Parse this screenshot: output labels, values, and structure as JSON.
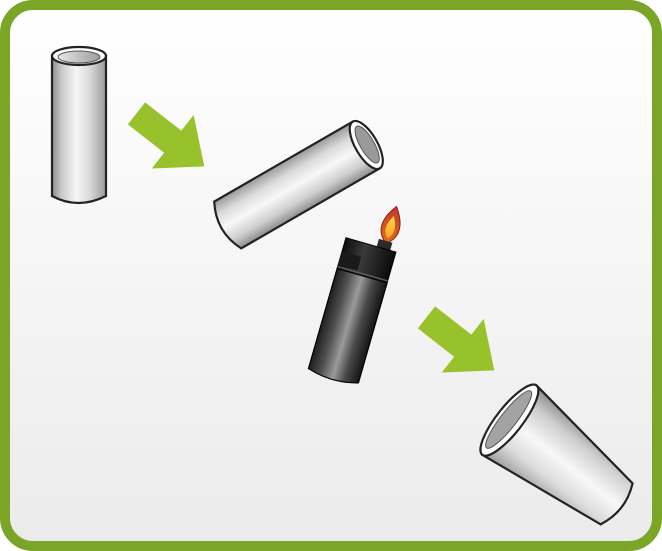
{
  "diagram": {
    "frame_color": "#7ba526",
    "background_top": "#ffffff",
    "background_bottom": "#ececec",
    "arrow_color": "#98c22b",
    "steps": [
      {
        "name": "straight-tube",
        "icon": "tube-icon"
      },
      {
        "name": "arrow-1",
        "icon": "arrow-icon"
      },
      {
        "name": "tilted-tube",
        "icon": "tube-icon"
      },
      {
        "name": "lighter",
        "icon": "lighter-icon"
      },
      {
        "name": "arrow-2",
        "icon": "arrow-icon"
      },
      {
        "name": "flared-tube",
        "icon": "flared-tube-icon"
      }
    ]
  }
}
